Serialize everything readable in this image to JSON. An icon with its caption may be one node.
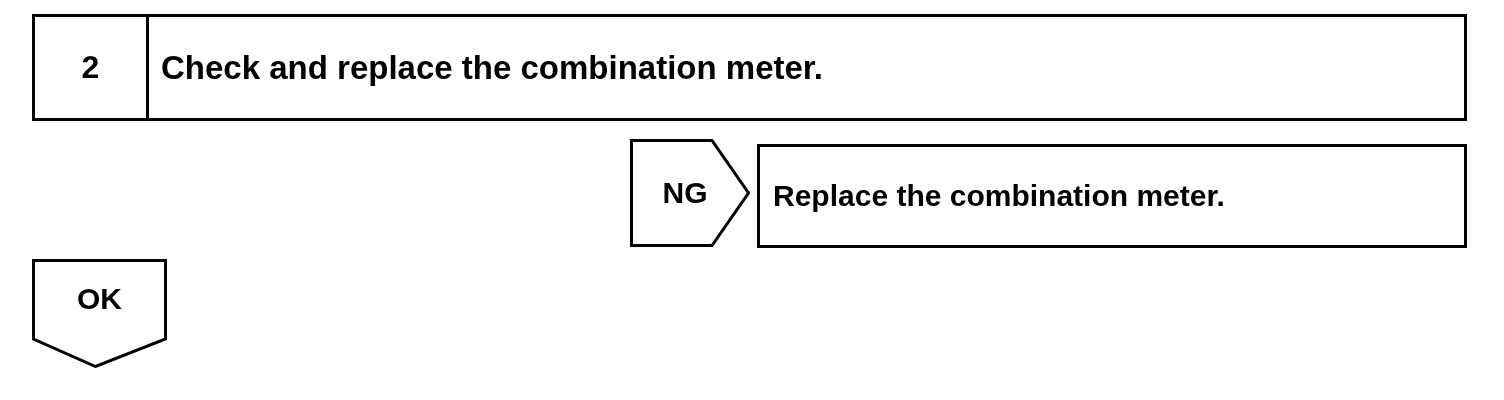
{
  "diagram": {
    "nodes": [
      {
        "text": [
          "2",
          "Check and replace the combination meter."
        ]
      },
      {
        "text": [
          "NG"
        ]
      },
      {
        "text": [
          "Replace the combination meter."
        ]
      },
      {
        "text": [
          "OK"
        ]
      }
    ]
  }
}
